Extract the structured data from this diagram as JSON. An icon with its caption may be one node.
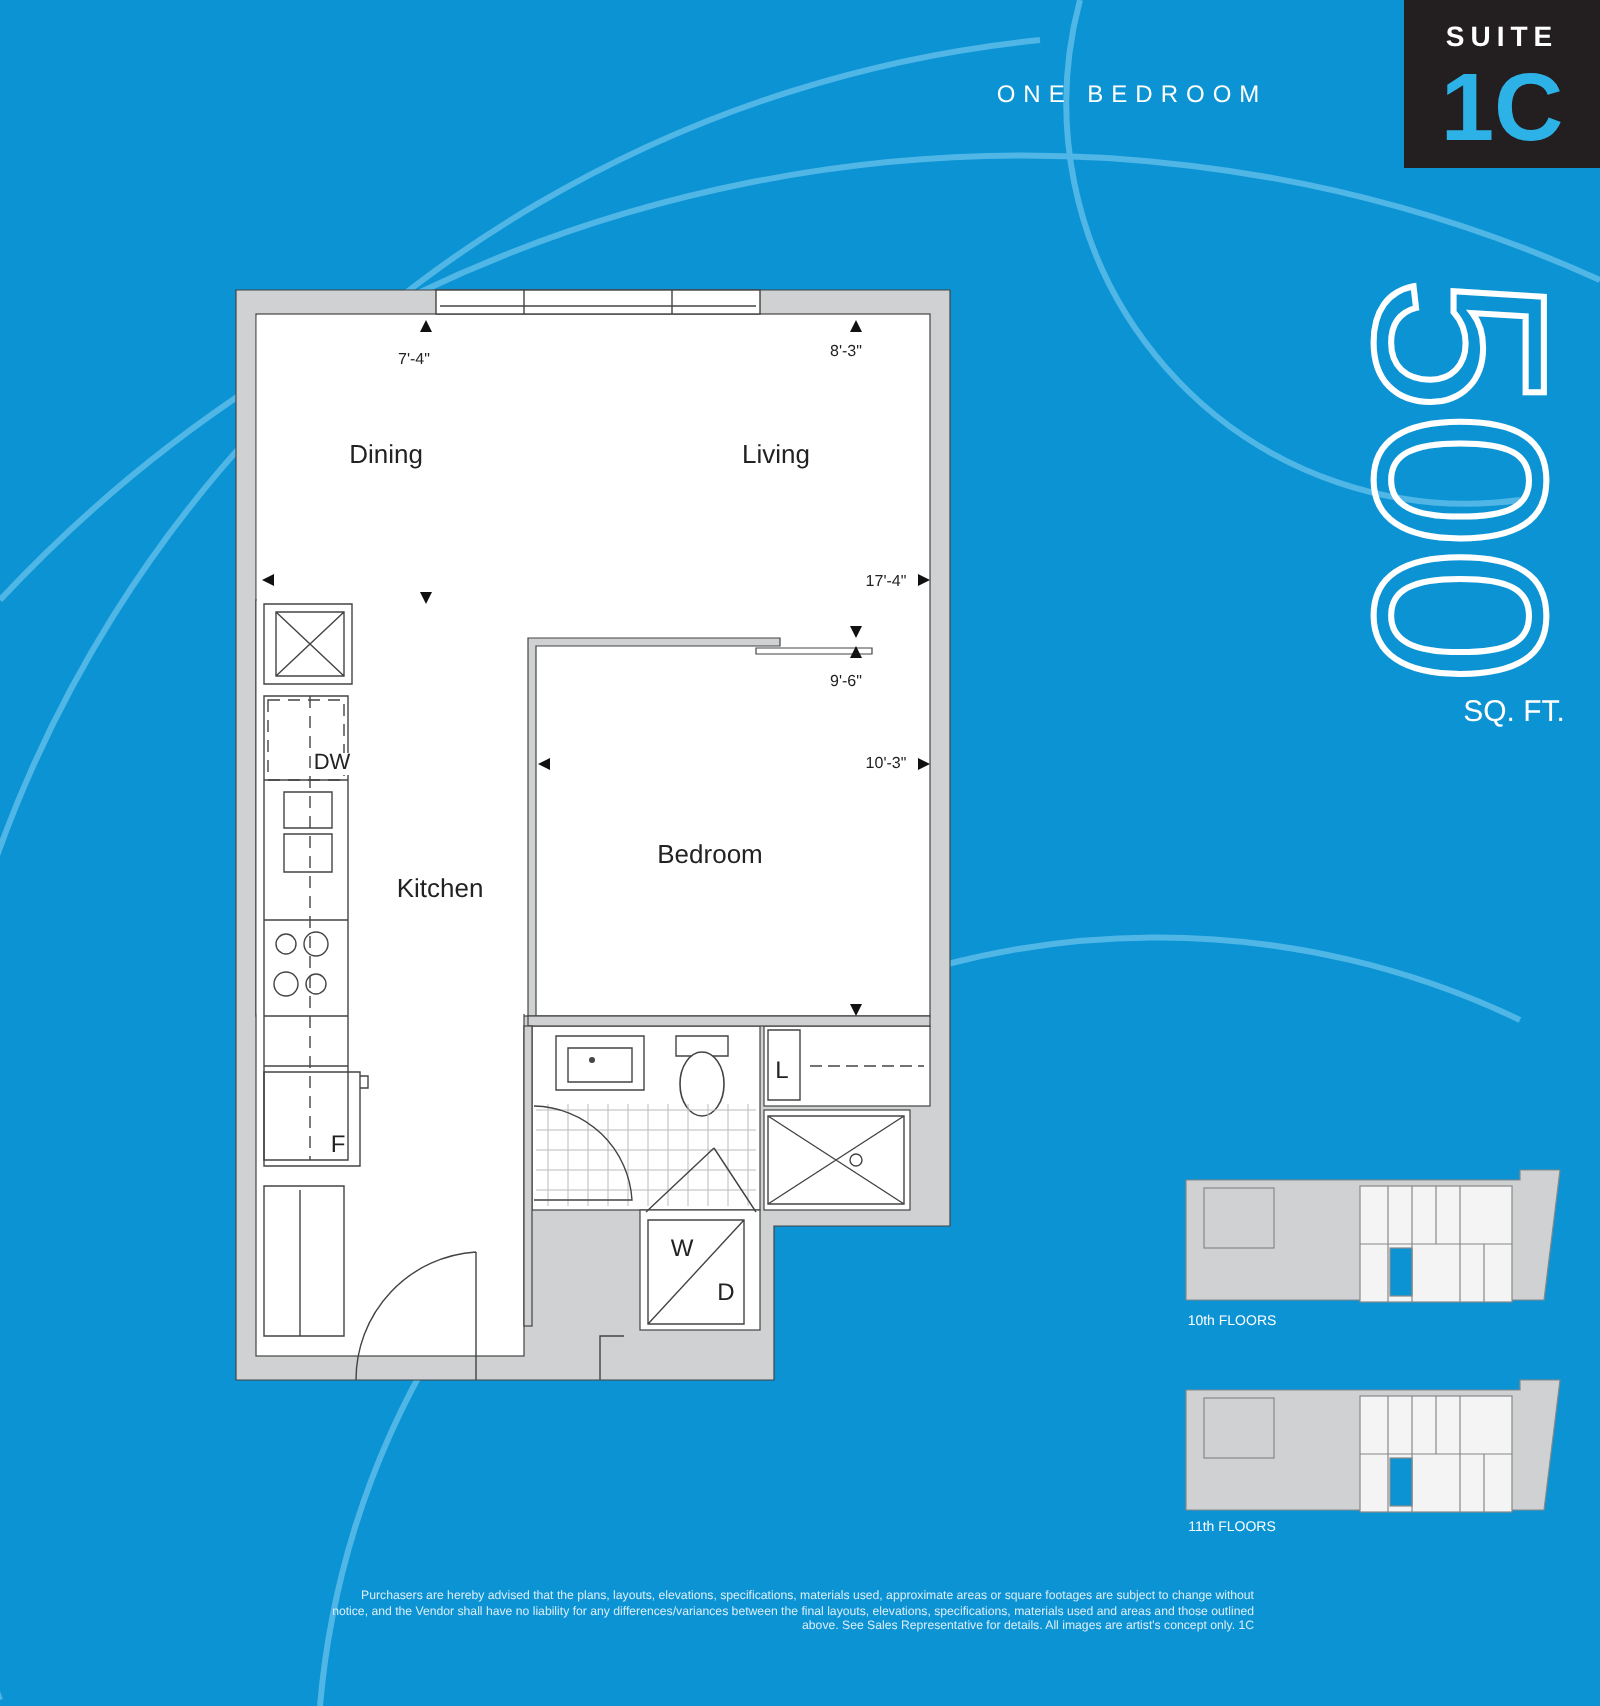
{
  "diagram": {
    "labels": [
      "SUITE",
      "1C",
      "ONE BEDROOM",
      "7'-4\"",
      "8'-3\"",
      "Dining",
      "Living",
      "500",
      "17'-4\"",
      "9'-6\"",
      "SQ. FT.",
      "10'-3\"",
      "DW",
      "Bedroom",
      "Kitchen",
      "L",
      "F",
      "W",
      "10th FLOORS",
      "D",
      "11th FLOORS",
      "Purchasers are hereby advised that the plans, layouts, elevations, specifications, materials used, approximate areas or square footages are subject to change without notice, and the Vendor shall have no liability for any differences/variances between the final layouts, elevations, specifications, materials used and areas and those outlined above. See Sales Representative for details. All images are artist's concept only. 1C"
    ]
  }
}
